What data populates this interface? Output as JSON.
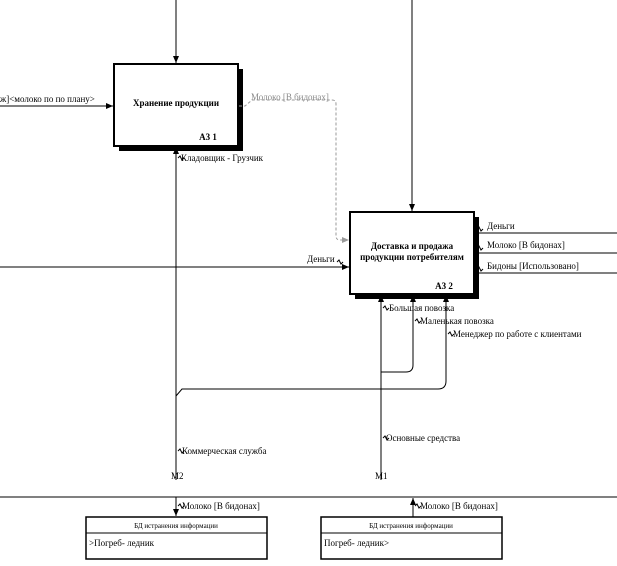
{
  "activities": {
    "storage": {
      "title": "Хранение продукции",
      "code": "A3 1"
    },
    "delivery": {
      "title_line1": "Доставка и продажа",
      "title_line2": "продукции потребителям",
      "code": "A3 2"
    }
  },
  "arrows": {
    "milk_plan": "ж]<молоко по по плану>",
    "milk_cans_grey": "Молоко [В бидонах]",
    "storekeeper": "Кладовщик - Грузчик",
    "money_in": "Деньги",
    "money_out": "Деньги",
    "milk_cans_out": "Молоко [В бидонах]",
    "cans_used": "Бидоны [Использовано]",
    "big_truck": "Большая повозка",
    "small_truck": "Маленькая повозка",
    "client_manager": "Менеджер по работе с клиентами",
    "main_assets": "Основные средства",
    "commercial": "Коммерческая служба",
    "m2": "M2",
    "m1": "M1",
    "milk_cans_left": "Молоко [В бидонах]",
    "milk_cans_right": "Молоко [В бидонах]"
  },
  "stores": {
    "left": {
      "header": "БД истранения информации",
      "content": ">Погреб- ледник"
    },
    "right": {
      "header": "БД истранения информации",
      "content": "Погреб- ледник>"
    }
  },
  "colors": {
    "line": "#000000",
    "control_grey": "#8a8a8a",
    "background": "#ffffff"
  }
}
